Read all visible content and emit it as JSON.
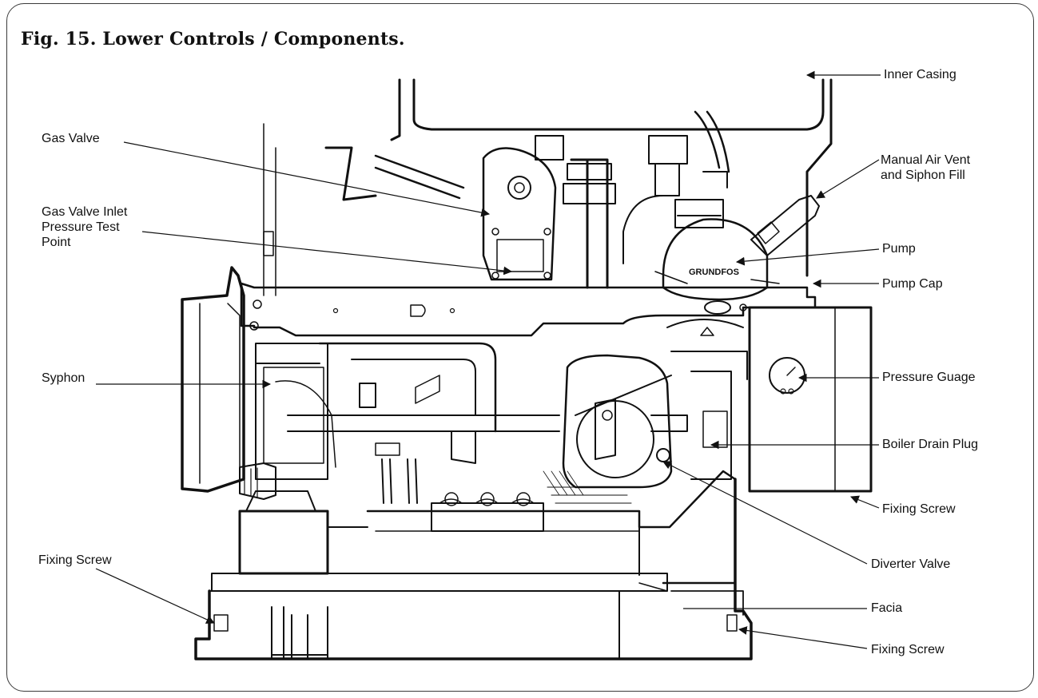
{
  "title": "Fig. 15. Lower Controls / Components.",
  "labels": {
    "inner_casing": "Inner Casing",
    "gas_valve": "Gas Valve",
    "manual_air_vent": "Manual Air Vent\nand Siphon Fill",
    "gas_valve_inlet": "Gas Valve Inlet\nPressure Test\nPoint",
    "pump": "Pump",
    "pump_cap": "Pump Cap",
    "syphon": "Syphon",
    "pressure_guage": "Pressure Guage",
    "boiler_drain_plug": "Boiler Drain Plug",
    "fixing_screw_right": "Fixing Screw",
    "fixing_screw_left": "Fixing Screw",
    "diverter_valve": "Diverter Valve",
    "facia": "Facia",
    "fixing_screw_bottom": "Fixing Screw"
  },
  "pump_brand": "GRUNDFOS",
  "colors": {
    "ink": "#111111",
    "frame": "#3a3a3a"
  }
}
